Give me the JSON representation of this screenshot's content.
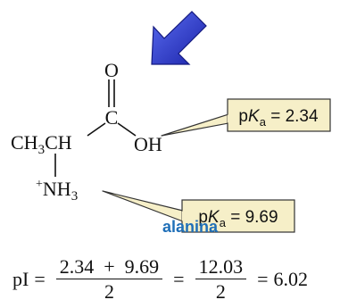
{
  "arrow": {
    "color": "#2430c8",
    "icon": "down-left-arrow-icon"
  },
  "structure": {
    "carbonyl_oxygen": "O",
    "carbon": "C",
    "hydroxyl": "OH",
    "ch3ch_main": "CH",
    "ch3ch_sub": "3",
    "ch3ch_tail": "CH",
    "amino_plus": "+",
    "amino_main": "NH",
    "amino_sub": "3"
  },
  "callouts": {
    "carboxyl": {
      "p": "p",
      "K": "K",
      "sub": "a",
      "value": " = 2.34"
    },
    "amino": {
      "p": "p",
      "K": "K",
      "sub": "a",
      "value": " = 9.69"
    },
    "fill": "#f6efc8",
    "stroke": "#333333"
  },
  "name": "alanina",
  "name_color": "#1f6fb8",
  "equation": {
    "lhs": "pI",
    "eq1": "=",
    "frac1_num": "2.34  +  9.69",
    "frac1_den": "2",
    "eq2": "=",
    "frac2_num": "12.03",
    "frac2_den": "2",
    "eq3": "=",
    "result": "6.02"
  }
}
